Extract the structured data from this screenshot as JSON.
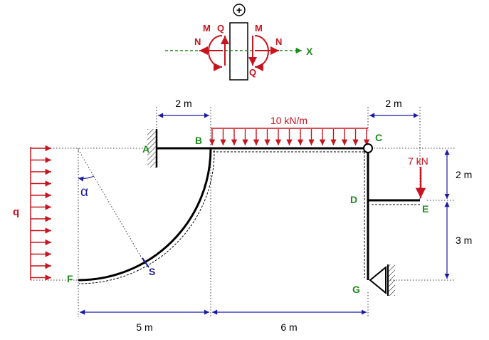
{
  "colors": {
    "red": "#c8141e",
    "green": "#1f8a1f",
    "blue": "#1a1aa6",
    "black": "#000000"
  },
  "sign_convention": {
    "plus": "+",
    "moment_left": "M",
    "shear_left": "Q",
    "normal_left": "N",
    "moment_right": "M",
    "shear_right": "Q",
    "normal_right": "N",
    "axis": "X"
  },
  "points": {
    "A": "A",
    "B": "B",
    "C": "C",
    "D": "D",
    "E": "E",
    "F": "F",
    "G": "G",
    "S": "S"
  },
  "loads": {
    "distributed_beam": "10 kN/m",
    "point_load": "7 kN",
    "lateral_q": "q"
  },
  "angle": {
    "symbol": "α"
  },
  "dimensions": {
    "top_left": "2 m",
    "top_right": "2 m",
    "right_upper": "2 m",
    "right_lower": "3 m",
    "bottom_left": "5 m",
    "bottom_right": "6 m"
  }
}
